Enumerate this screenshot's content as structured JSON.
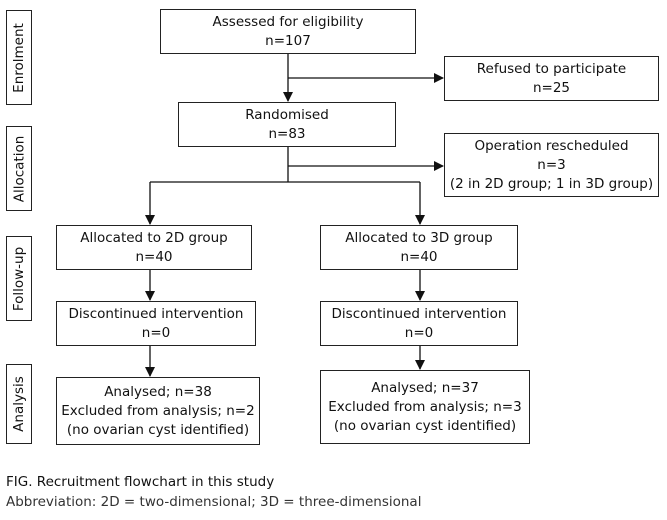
{
  "phases": {
    "enrolment": "Enrolment",
    "allocation": "Allocation",
    "followup": "Follow-up",
    "analysis": "Analysis"
  },
  "boxes": {
    "assessed": {
      "title": "Assessed for eligibility",
      "n": "n=107"
    },
    "refused": {
      "title": "Refused to participate",
      "n": "n=25"
    },
    "randomised": {
      "title": "Randomised",
      "n": "n=83"
    },
    "rescheduled": {
      "title": "Operation rescheduled",
      "n": "n=3",
      "note": "(2 in 2D group; 1 in 3D group)"
    },
    "alloc2d": {
      "title": "Allocated to 2D group",
      "n": "n=40"
    },
    "alloc3d": {
      "title": "Allocated to 3D group",
      "n": "n=40"
    },
    "disc2d": {
      "title": "Discontinued intervention",
      "n": "n=0"
    },
    "disc3d": {
      "title": "Discontinued intervention",
      "n": "n=0"
    },
    "analysed2d": {
      "title": "Analysed; n=38",
      "excluded": "Excluded from analysis; n=2",
      "note": "(no ovarian cyst identified)"
    },
    "analysed3d": {
      "title": "Analysed; n=37",
      "excluded": "Excluded from analysis; n=3",
      "note": "(no ovarian cyst identified)"
    }
  },
  "caption": {
    "title": "FIG.  Recruitment flowchart in this study",
    "abbreviation": "Abbreviation: 2D = two-dimensional; 3D = three-dimensional"
  }
}
